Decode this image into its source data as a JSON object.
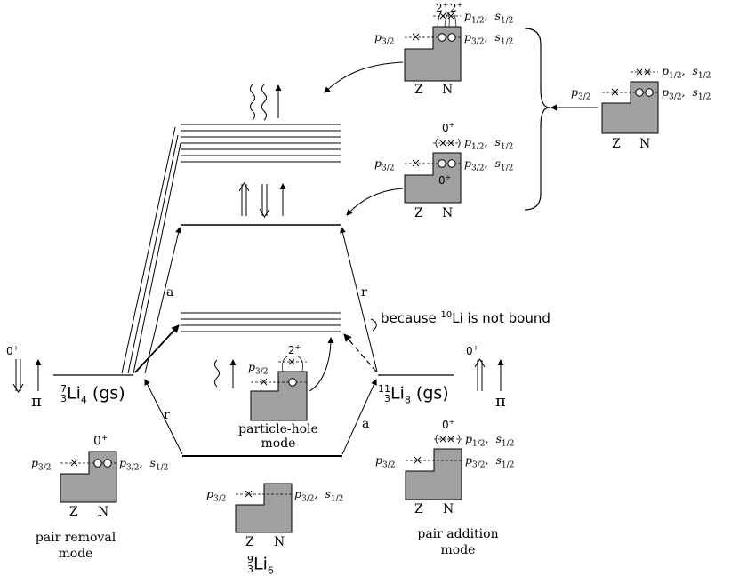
{
  "orbitals": {
    "p32": "p",
    "p32_sub": "3/2",
    "p12": "p",
    "p12_sub": "1/2",
    "s12": "s",
    "s12_sub": "1/2",
    "sep": ","
  },
  "box_labels": {
    "z": "Z",
    "n": "N"
  },
  "spins": {
    "zero_plus": "0",
    "two_plus": "2",
    "plus": "+"
  },
  "nuclei": {
    "li7": {
      "mass": "7",
      "charge": "3",
      "symbol": "Li",
      "neutrons": "4",
      "tag": "(gs)"
    },
    "li11": {
      "mass": "11",
      "charge": "3",
      "symbol": "Li",
      "neutrons": "8",
      "tag": "(gs)"
    },
    "li9": {
      "mass": "9",
      "charge": "3",
      "symbol": "Li",
      "neutrons": "6"
    }
  },
  "pi_label": "π",
  "branch_labels": {
    "a": "a",
    "r": "r"
  },
  "modes": {
    "pair_removal": [
      "pair removal",
      "mode"
    ],
    "particle_hole": [
      "particle-hole",
      "mode"
    ],
    "pair_addition": [
      "pair addition",
      "mode"
    ]
  },
  "note": {
    "prefix": "because ",
    "mass": "10",
    "symbol": "Li",
    "suffix": " is not bound"
  }
}
